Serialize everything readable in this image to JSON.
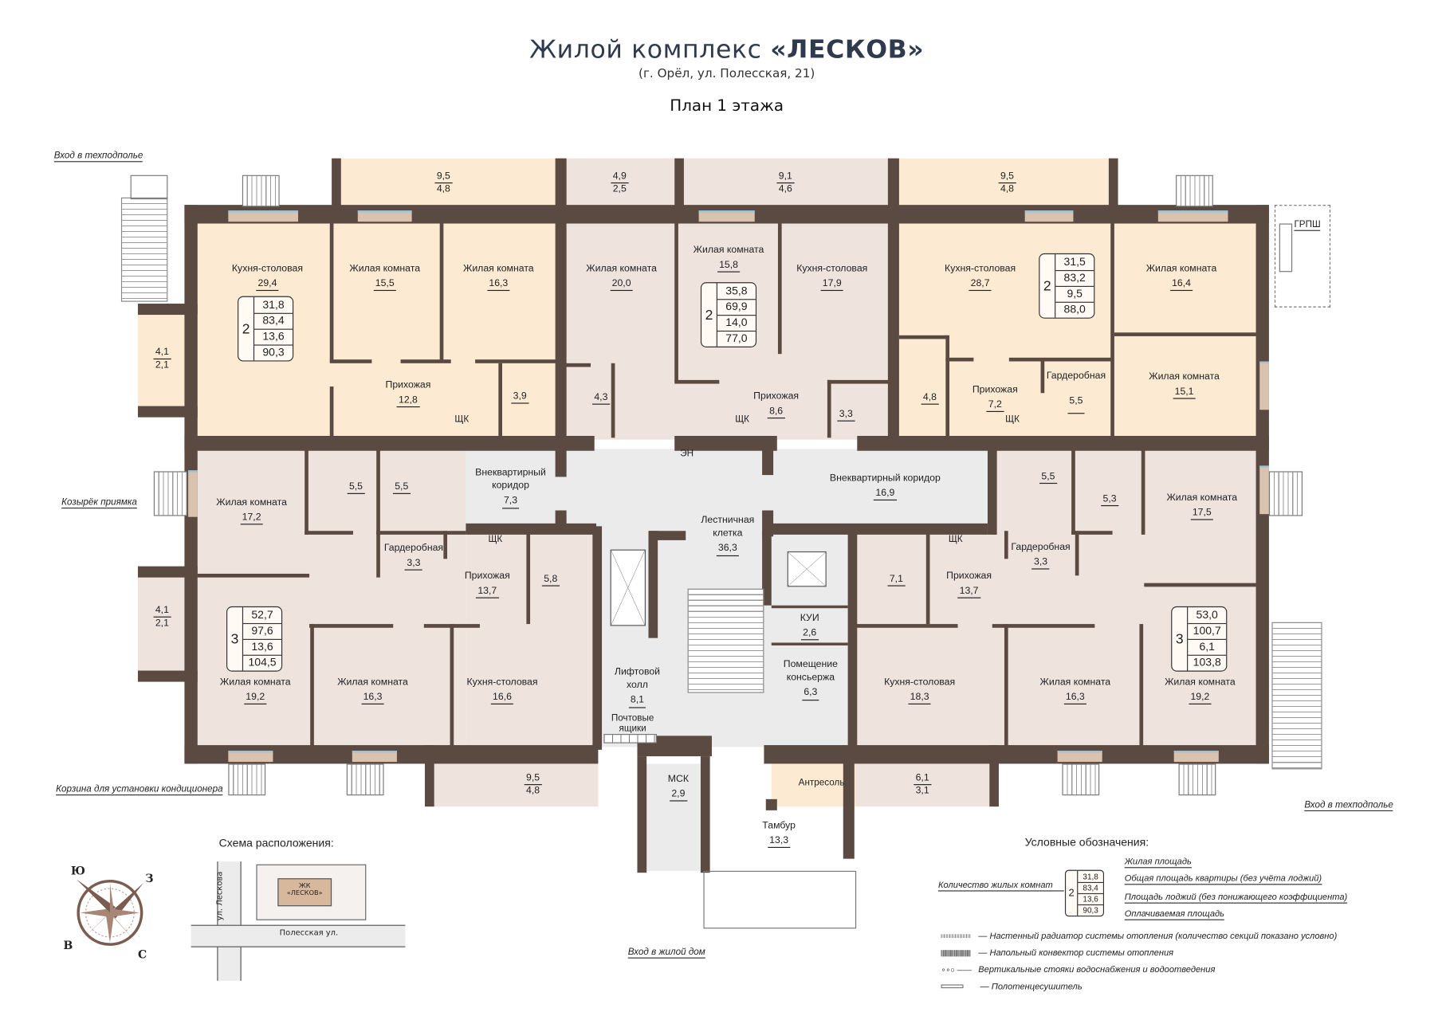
{
  "header": {
    "title_prefix": "Жилой комплекс ",
    "title_name": "«ЛЕСКОВ»",
    "address": "(г. Орёл, ул. Полесская, 21)",
    "plan_title": "План 1 этажа"
  },
  "rooms": [
    {
      "name": "Кухня-столовая",
      "area": "29,4"
    },
    {
      "name": "Жилая комната",
      "area": "15,5"
    },
    {
      "name": "Жилая комната",
      "area": "16,3"
    },
    {
      "name": "Прихожая",
      "area": "12,8"
    },
    {
      "name": "",
      "area": "3,9"
    },
    {
      "name": "Жилая комната",
      "area": "20,0"
    },
    {
      "name": "",
      "area": "4,3"
    },
    {
      "name": "Жилая комната",
      "area": "15,8"
    },
    {
      "name": "Кухня-столовая",
      "area": "17,9"
    },
    {
      "name": "Прихожая",
      "area": "8,6"
    },
    {
      "name": "",
      "area": "3,3"
    },
    {
      "name": "Кухня-столовая",
      "area": "28,7"
    },
    {
      "name": "Жилая комната",
      "area": "16,4"
    },
    {
      "name": "Жилая комната",
      "area": "15,1"
    },
    {
      "name": "Гардеробная",
      "area": "5,5"
    },
    {
      "name": "Прихожая",
      "area": "7,2"
    },
    {
      "name": "",
      "area": "4,8"
    },
    {
      "name": "Внеквартирный коридор",
      "area": "7,3"
    },
    {
      "name": "Внеквартирный коридор",
      "area": "16,9"
    },
    {
      "name": "Лестничная клетка",
      "area": "36,3"
    },
    {
      "name": "",
      "area": "5,5"
    },
    {
      "name": "",
      "area": "5,5"
    },
    {
      "name": "",
      "area": "5,5"
    },
    {
      "name": "",
      "area": "5,3"
    },
    {
      "name": "Жилая комната",
      "area": "17,2"
    },
    {
      "name": "Жилая комната",
      "area": "17,5"
    },
    {
      "name": "Гардеробная",
      "area": "3,3"
    },
    {
      "name": "Гардеробная",
      "area": "3,3"
    },
    {
      "name": "Прихожая",
      "area": "13,7"
    },
    {
      "name": "",
      "area": "5,8"
    },
    {
      "name": "",
      "area": "7,1"
    },
    {
      "name": "Прихожая",
      "area": "13,7"
    },
    {
      "name": "КУИ",
      "area": "2,6"
    },
    {
      "name": "Лифтовой холл",
      "area": "8,1"
    },
    {
      "name": "Помещение консьержа",
      "area": "6,3"
    },
    {
      "name": "Жилая комната",
      "area": "19,2"
    },
    {
      "name": "Жилая комната",
      "area": "16,3"
    },
    {
      "name": "Кухня-столовая",
      "area": "16,6"
    },
    {
      "name": "Кухня-столовая",
      "area": "18,3"
    },
    {
      "name": "Жилая комната",
      "area": "16,3"
    },
    {
      "name": "Жилая комната",
      "area": "19,2"
    },
    {
      "name": "МСК",
      "area": "2,9"
    },
    {
      "name": "Тамбур",
      "area": "13,3"
    }
  ],
  "loggias": [
    {
      "area": "9,5",
      "reduced": "4,8"
    },
    {
      "area": "4,9",
      "reduced": "2,5"
    },
    {
      "area": "9,1",
      "reduced": "4,6"
    },
    {
      "area": "9,5",
      "reduced": "4,8"
    },
    {
      "area": "4,1",
      "reduced": "2,1"
    },
    {
      "area": "4,1",
      "reduced": "2,1"
    },
    {
      "area": "9,5",
      "reduced": "4,8"
    },
    {
      "area": "6,1",
      "reduced": "3,1"
    }
  ],
  "apartments": [
    {
      "rooms": "2",
      "living": "31,8",
      "total": "83,4",
      "loggia": "13,6",
      "paid": "90,3"
    },
    {
      "rooms": "2",
      "living": "35,8",
      "total": "69,9",
      "loggia": "14,0",
      "paid": "77,0"
    },
    {
      "rooms": "2",
      "living": "31,5",
      "total": "83,2",
      "loggia": "9,5",
      "paid": "88,0"
    },
    {
      "rooms": "3",
      "living": "52,7",
      "total": "97,6",
      "loggia": "13,6",
      "paid": "104,5"
    },
    {
      "rooms": "3",
      "living": "53,0",
      "total": "100,7",
      "loggia": "6,1",
      "paid": "103,8"
    }
  ],
  "annotations": {
    "tech_entrance": "Вход в техподполье",
    "pit_canopy": "Козырёк приямка",
    "ac_basket": "Корзина для установки кондиционера",
    "house_entrance": "Вход в жилой дом",
    "grpsh": "ГРПШ",
    "shk": "ЩК",
    "en": "ЭН",
    "mailboxes": "Почтовые ящики",
    "mezzanine": "Антресоль"
  },
  "compass": {
    "south": "Ю",
    "west": "З",
    "east": "В",
    "north": "С"
  },
  "location_scheme": {
    "title": "Схема расположения:",
    "street_1": "ул. Лескова",
    "street_2": "Полесская ул.",
    "building_line1": "ЖК",
    "building_line2": "«ЛЕСКОВ»"
  },
  "legend": {
    "title": "Условные обозначения:",
    "rooms_count": "Количество жилых комнат",
    "sample": {
      "rooms": "2",
      "living": "31,8",
      "total": "83,4",
      "loggia": "13,6",
      "paid": "90,3"
    },
    "living_area": "Жилая площадь",
    "total_area": "Общая площадь квартиры (без учёта лоджий)",
    "loggia_area": "Площадь лоджий (без понижающего коэффициента)",
    "paid_area": "Оплачиваемая площадь",
    "radiator": "Настенный радиатор системы отопления (количество секций показано условно)",
    "convector": "Напольный конвектор системы отопления",
    "risers": "Вертикальные стояки водоснабжения и водоотведения",
    "towel_dryer": "Полотенцесушитель"
  },
  "colors": {
    "wall": "#5b4a42",
    "apartment_beige": "#fcebd2",
    "apartment_pink": "#efe3de",
    "common": "#ebebeb",
    "title": "#2f3a4e"
  }
}
